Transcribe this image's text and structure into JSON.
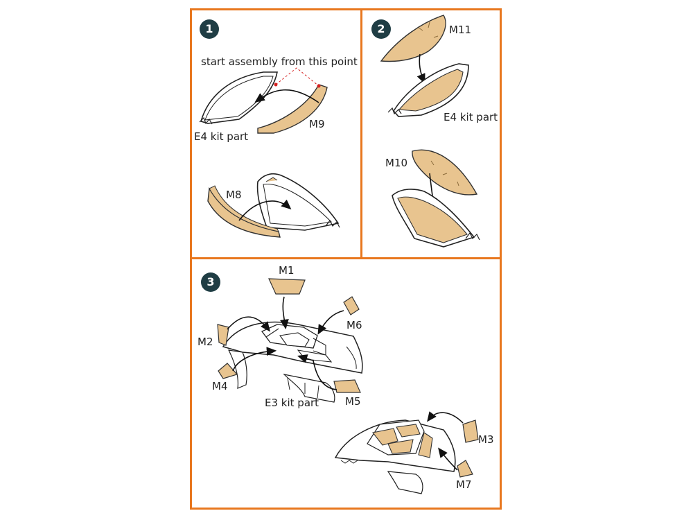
{
  "steps": {
    "s1": "1",
    "s2": "2",
    "s3": "3"
  },
  "panel1": {
    "note": "start assembly from this point",
    "kit_part": "E4 kit part",
    "mask_a": "M9",
    "mask_b": "M8"
  },
  "panel2": {
    "mask_a": "M11",
    "kit_part": "E4 kit part",
    "mask_b": "M10"
  },
  "panel3": {
    "m1": "M1",
    "m2": "M2",
    "m3": "M3",
    "m4": "M4",
    "m5": "M5",
    "m6": "M6",
    "m7": "M7",
    "kit_part": "E3 kit part"
  },
  "colors": {
    "border": "#e8771e",
    "mask": "#e8c48f",
    "step": "#1f3d44",
    "guide": "#d62020"
  }
}
